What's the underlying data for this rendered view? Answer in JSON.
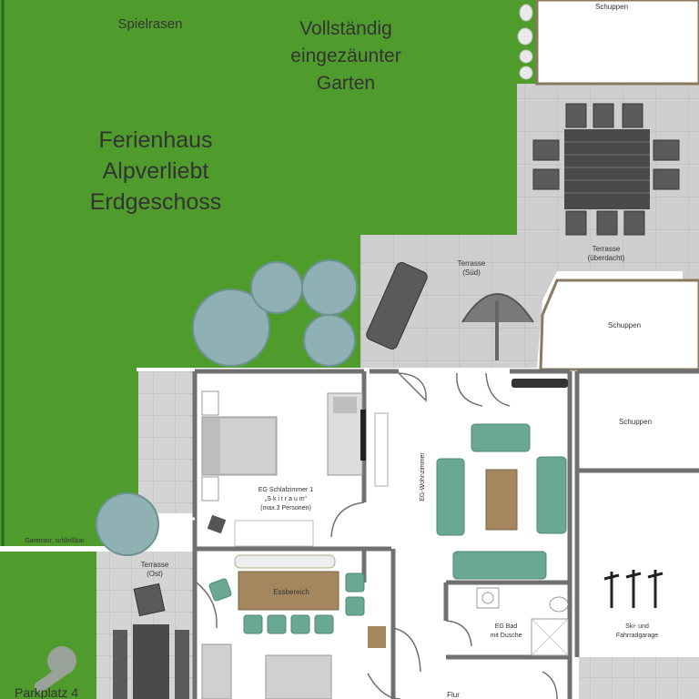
{
  "title_lines": [
    "Ferienhaus",
    "Alpverliebt",
    "Erdgeschoss"
  ],
  "garden": {
    "lawn_label": "Spielrasen",
    "fence_lines": [
      "Vollständig",
      "eingezäunter",
      "Garten"
    ]
  },
  "labels": {
    "shed_top": "Schuppen",
    "terrace_covered": [
      "Terrasse",
      "(überdacht)"
    ],
    "terrace_south": [
      "Terrasse",
      "(Süd)"
    ],
    "shed_middle": "Schuppen",
    "shed_right": "Schuppen",
    "bedroom": [
      "EG Schlafzimmer 1",
      "„S k i t r a u m“",
      "(max.3 Personen)"
    ],
    "living": "EG-Wohnzimmer",
    "dining": "Essbereich",
    "bath": [
      "EG Bad",
      "mit Dusche"
    ],
    "garage": [
      "Ski- und",
      "Fahrradgarage"
    ],
    "terrace_east": [
      "Terrasse",
      "(Ost)"
    ],
    "gate": "Gartentor, schließbar",
    "parking": "Parkplatz 4",
    "hall": "Flur"
  },
  "colors": {
    "lawn": "#4f9b2c",
    "paving": "#cdcdcd",
    "wall": "#707070",
    "furniture_teal": "#6aa893",
    "furniture_wood": "#a4865f",
    "tree": "#8fb1b3",
    "chair_dark": "#5a5a5a"
  }
}
